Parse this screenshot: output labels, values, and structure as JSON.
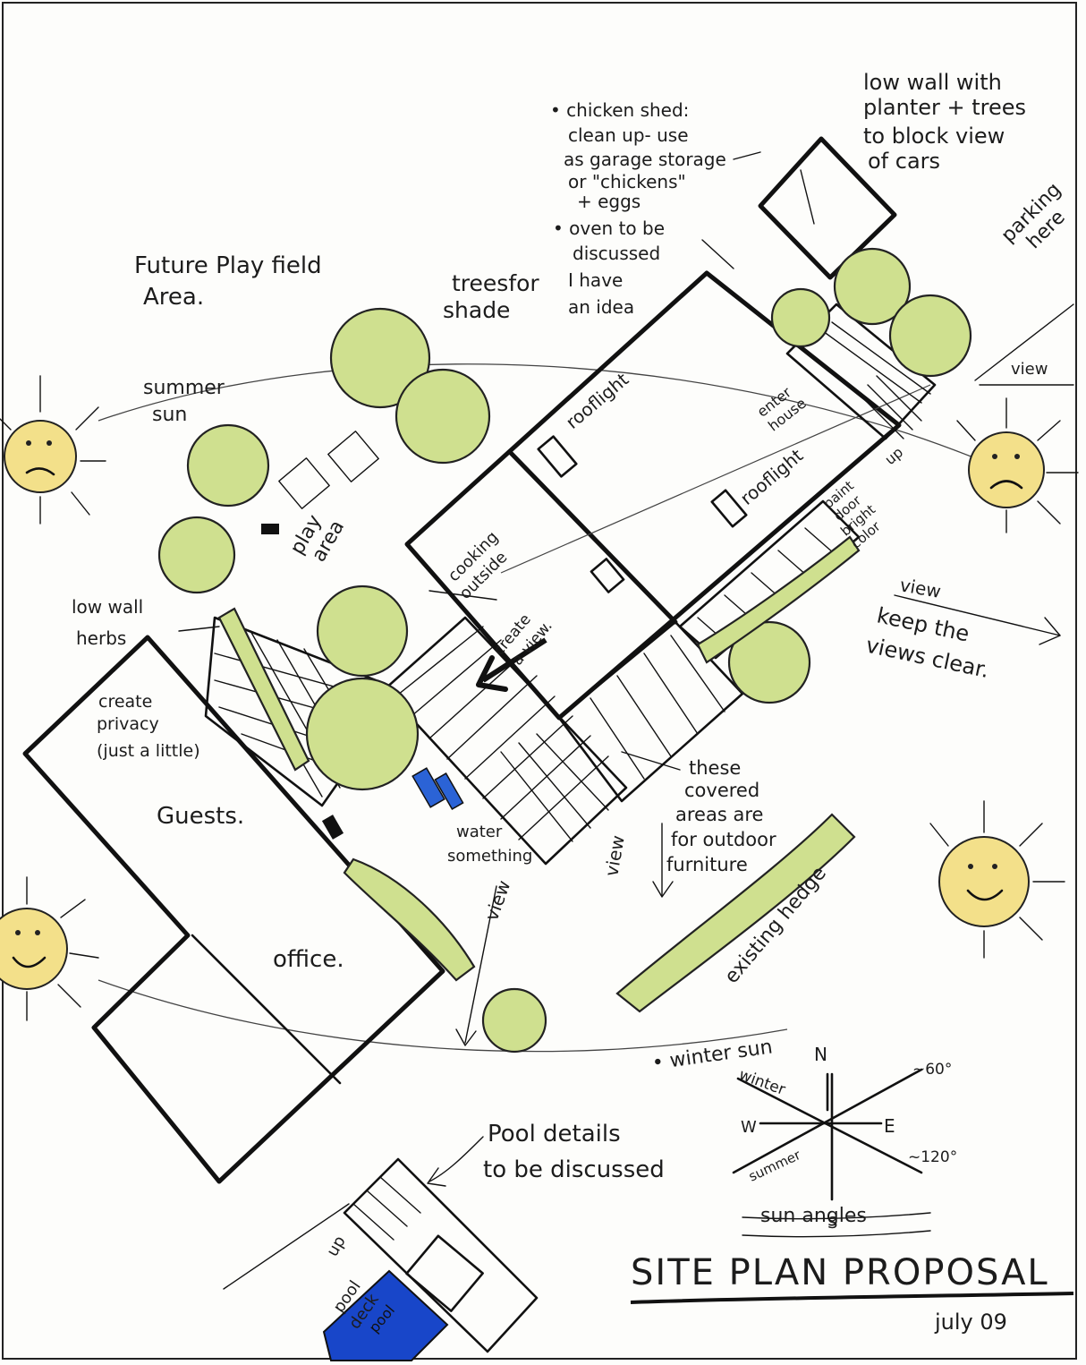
{
  "title": "SITE PLAN PROPOSAL",
  "date": "july 09",
  "colors": {
    "tree_fill": "#cfe08f",
    "sun_fill": "#f3e08a",
    "pool_blue": "#1846c9",
    "water_blue": "#2b63d6",
    "ink": "#111111"
  },
  "notes": {
    "chicken_shed": [
      "• chicken shed:",
      "clean up- use",
      "as garage storage",
      "or \"chickens\"",
      "+ eggs",
      "• oven to be",
      "discussed",
      "I have",
      "an idea"
    ],
    "low_wall_planter": [
      "low wall with",
      "planter + trees",
      "to block view",
      "of cars"
    ],
    "parking": [
      "parking",
      "here"
    ],
    "future_playfield": [
      "Future Play field",
      "Area."
    ],
    "trees_for_shade": [
      "treesfor",
      "shade"
    ],
    "summer_sun": [
      "summer",
      "sun"
    ],
    "rooflight_1": "rooflight",
    "rooflight_2": "rooflight",
    "enter_house": [
      "enter",
      "house"
    ],
    "up_east": "up",
    "view_top_right": "view",
    "paint_door": [
      "paint",
      "door",
      "bright",
      "color"
    ],
    "play_area": [
      "play",
      "area"
    ],
    "cooking_outside": [
      "cooking",
      "outside"
    ],
    "create_view": [
      "create",
      "a view."
    ],
    "view_right": "view",
    "keep_views_clear": [
      "keep the",
      "views clear."
    ],
    "low_wall_herbs": [
      "low wall",
      "herbs"
    ],
    "create_privacy": [
      "create",
      "privacy",
      "(just a little)"
    ],
    "guests": "Guests.",
    "water_something": [
      "water",
      "something"
    ],
    "covered_areas": [
      "these",
      "covered",
      "areas are",
      "for outdoor",
      "furniture"
    ],
    "view_center": "view",
    "view_lower": "view",
    "existing_hedge": "existing hedge",
    "office": "office.",
    "winter_sun": "• winter sun",
    "pool_details": [
      "Pool details",
      "to be discussed"
    ],
    "up_pool": "up",
    "pool_deck": [
      "pool",
      "deck"
    ],
    "pool": "pool"
  },
  "compass": {
    "n": "N",
    "s": "S",
    "e": "E",
    "w": "W",
    "winter": "winter",
    "summer": "summer",
    "angle_60": "~60°",
    "angle_120": "~120°",
    "sun_angles": "sun angles"
  }
}
